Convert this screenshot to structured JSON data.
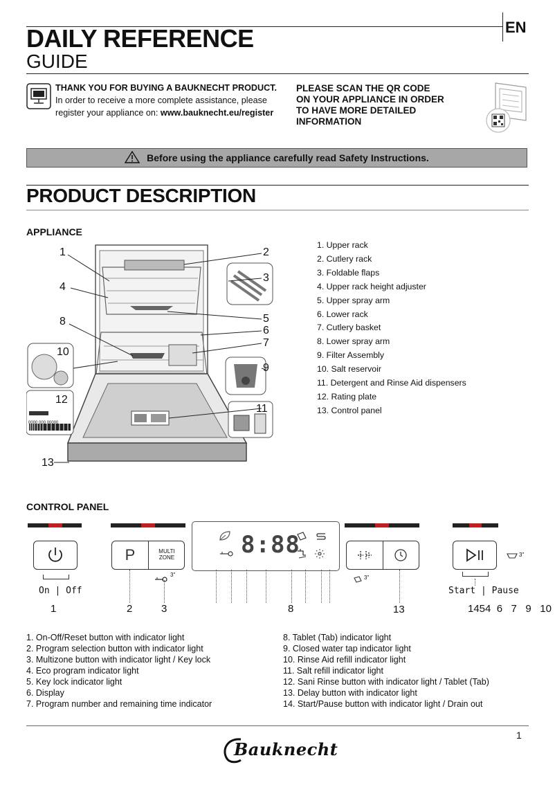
{
  "header": {
    "title_line1": "DAILY REFERENCE",
    "title_line2": "GUIDE",
    "language": "EN"
  },
  "intro": {
    "thanks_heading": "THANK YOU FOR BUYING A BAUKNECHT PRODUCT.",
    "thanks_line1": "In order to receive a more complete  assistance,  please",
    "thanks_line2_prefix": "register your appliance on: ",
    "register_url": "www.bauknecht.eu/register",
    "qr_line1": "PLEASE SCAN THE QR CODE",
    "qr_line2": "ON YOUR APPLIANCE IN ORDER",
    "qr_line3": "TO HAVE MORE DETAILED",
    "qr_line4": "INFORMATION"
  },
  "safety_notice": "Before using the appliance carefully read Safety Instructions.",
  "product_description": {
    "heading": "PRODUCT  DESCRIPTION",
    "appliance_heading": "APPLIANCE",
    "appliance_items": [
      "1.  Upper rack",
      "2.  Cutlery rack",
      "3.  Foldable flaps",
      "4.  Upper rack height adjuster",
      "5.  Upper spray arm",
      "6.  Lower  rack",
      "7.  Cutlery basket",
      "8.  Lower spray arm",
      "9.  Filter Assembly",
      "10.  Salt reservoir",
      "11.  Detergent and Rinse Aid dispensers",
      "12.  Rating plate",
      "13.  Control panel"
    ],
    "callouts": [
      "1",
      "2",
      "3",
      "4",
      "5",
      "6",
      "7",
      "8",
      "9",
      "10",
      "11",
      "12",
      "13"
    ],
    "rating_plate_text": "0000 000 00000"
  },
  "control_panel": {
    "heading": "CONTROL PANEL",
    "multizone_label_1": "MULTI",
    "multizone_label_2": "ZONE",
    "program_button_label": "P",
    "on_off_label": "On | Off",
    "start_pause_label": "Start | Pause",
    "display_digits": "8:88",
    "hold_3s_a": "3\"",
    "hold_3s_b": "3\"",
    "hold_3s_c": "3\"",
    "numbers": {
      "n1": "1",
      "n2": "2",
      "n3": "3",
      "n8": "8",
      "n13": "13",
      "n_right": "1454  6   7   9   10"
    },
    "items_left": [
      "1.  On-Off/Reset button with indicator light",
      "2.  Program selection button with indicator light",
      "3.  Multizone button with indicator light / Key lock",
      "4.  Eco program indicator light",
      "5.  Key lock indicator light",
      "6.  Display",
      "7.  Program number and remaining time indicator"
    ],
    "items_right": [
      "8.  Tablet (Tab) indicator light",
      "9.  Closed water tap indicator light",
      "10.  Rinse Aid refill indicator light",
      "11.  Salt refill indicator light",
      "12.  Sani Rinse button with indicator light / Tablet (Tab)",
      "13.  Delay button with indicator light",
      "14.  Start/Pause button with indicator light / Drain out"
    ]
  },
  "footer": {
    "page_number": "1",
    "brand": "Bauknecht"
  },
  "colors": {
    "safety_bar": "#a7a7a7",
    "indicator_red": "#c01f1f",
    "text": "#111111"
  }
}
